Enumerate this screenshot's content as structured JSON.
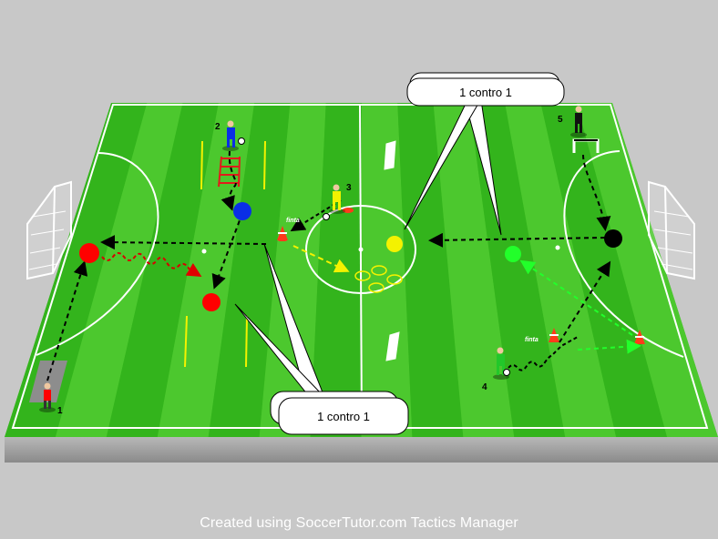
{
  "colors": {
    "background": "#c8c8c8",
    "grass_dark": "#33b41c",
    "grass_light": "#4cc82e",
    "line": "#ffffff",
    "red": "#ff0000",
    "blue": "#0a2ee6",
    "yellow": "#f4f200",
    "green": "#22ff2a",
    "black": "#000000"
  },
  "callouts": [
    {
      "text": "1 contro 1"
    },
    {
      "text": "1 contro 1"
    }
  ],
  "players": [
    {
      "number": "1",
      "kit": "red"
    },
    {
      "number": "2",
      "kit": "blue"
    },
    {
      "number": "3",
      "kit": "yellow"
    },
    {
      "number": "4",
      "kit": "green"
    },
    {
      "number": "5",
      "kit": "black"
    }
  ],
  "labels": {
    "finta_left": "finta",
    "finta_right": "finta"
  },
  "footer": {
    "text": "Created using SoccerTutor.com Tactics Manager"
  }
}
